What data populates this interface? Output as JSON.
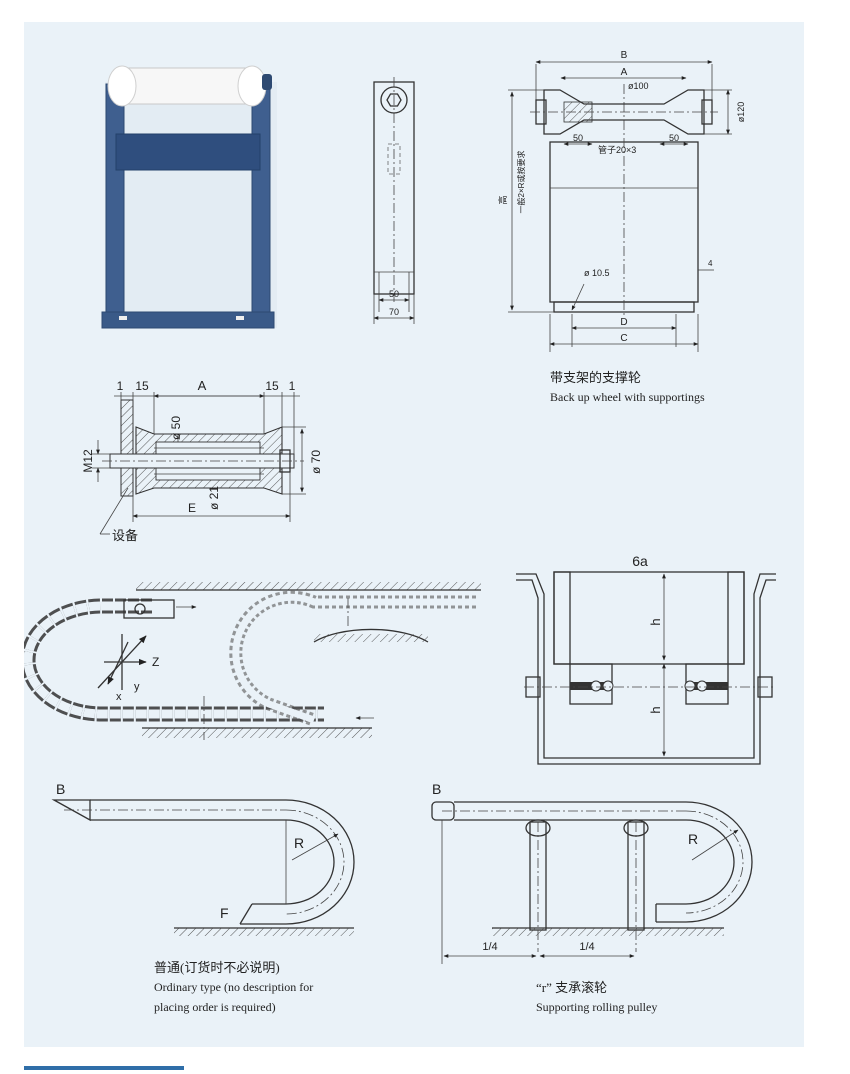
{
  "colors": {
    "sheet": "#eaf2f8",
    "line": "#333333",
    "frame": "#3f5f8f",
    "roller": "#f4f4f4",
    "accent_bar": "#2f6ea8"
  },
  "fig_frame": {
    "labels": {
      "B": "B",
      "A": "A",
      "d100": "ø100",
      "d120": "ø120",
      "dim50a": "50",
      "dim50b": "50",
      "pipe": "管子20×3",
      "height_cn": "高",
      "height_note": "一般2×R或按要求",
      "dim4": "4",
      "hole": "ø 10.5",
      "D": "D",
      "C": "C"
    },
    "side": {
      "dim50": "50",
      "dim70": "70"
    },
    "caption_cn": "带支架的支撑轮",
    "caption_en": "Back up wheel with supportings"
  },
  "fig_wheel": {
    "dims": {
      "one_left": "1",
      "fifteen_left": "15",
      "A": "A",
      "fifteen_right": "15",
      "one_right": "1",
      "d50": "ø 50",
      "M12": "M12",
      "d70": "ø 70",
      "d21": "ø 21",
      "E": "E"
    },
    "device_label": "设备"
  },
  "fig_chain": {
    "axis_z": "Z",
    "axis_y": "y",
    "axis_x": "x"
  },
  "fig_6a": {
    "title": "6a",
    "h_top": "h",
    "h_bottom": "h"
  },
  "fig_ordinary": {
    "labels": {
      "B": "B",
      "R": "R",
      "F": "F"
    },
    "caption_cn": "普通(订货时不必说明)",
    "caption_en_1": "Ordinary type  (no description for",
    "caption_en_2": "placing order is required)"
  },
  "fig_pulley": {
    "labels": {
      "B": "B",
      "R": "R",
      "q1": "1/4",
      "q2": "1/4"
    },
    "caption_cn": "“r” 支承滚轮",
    "caption_en": "Supporting rolling pulley"
  }
}
